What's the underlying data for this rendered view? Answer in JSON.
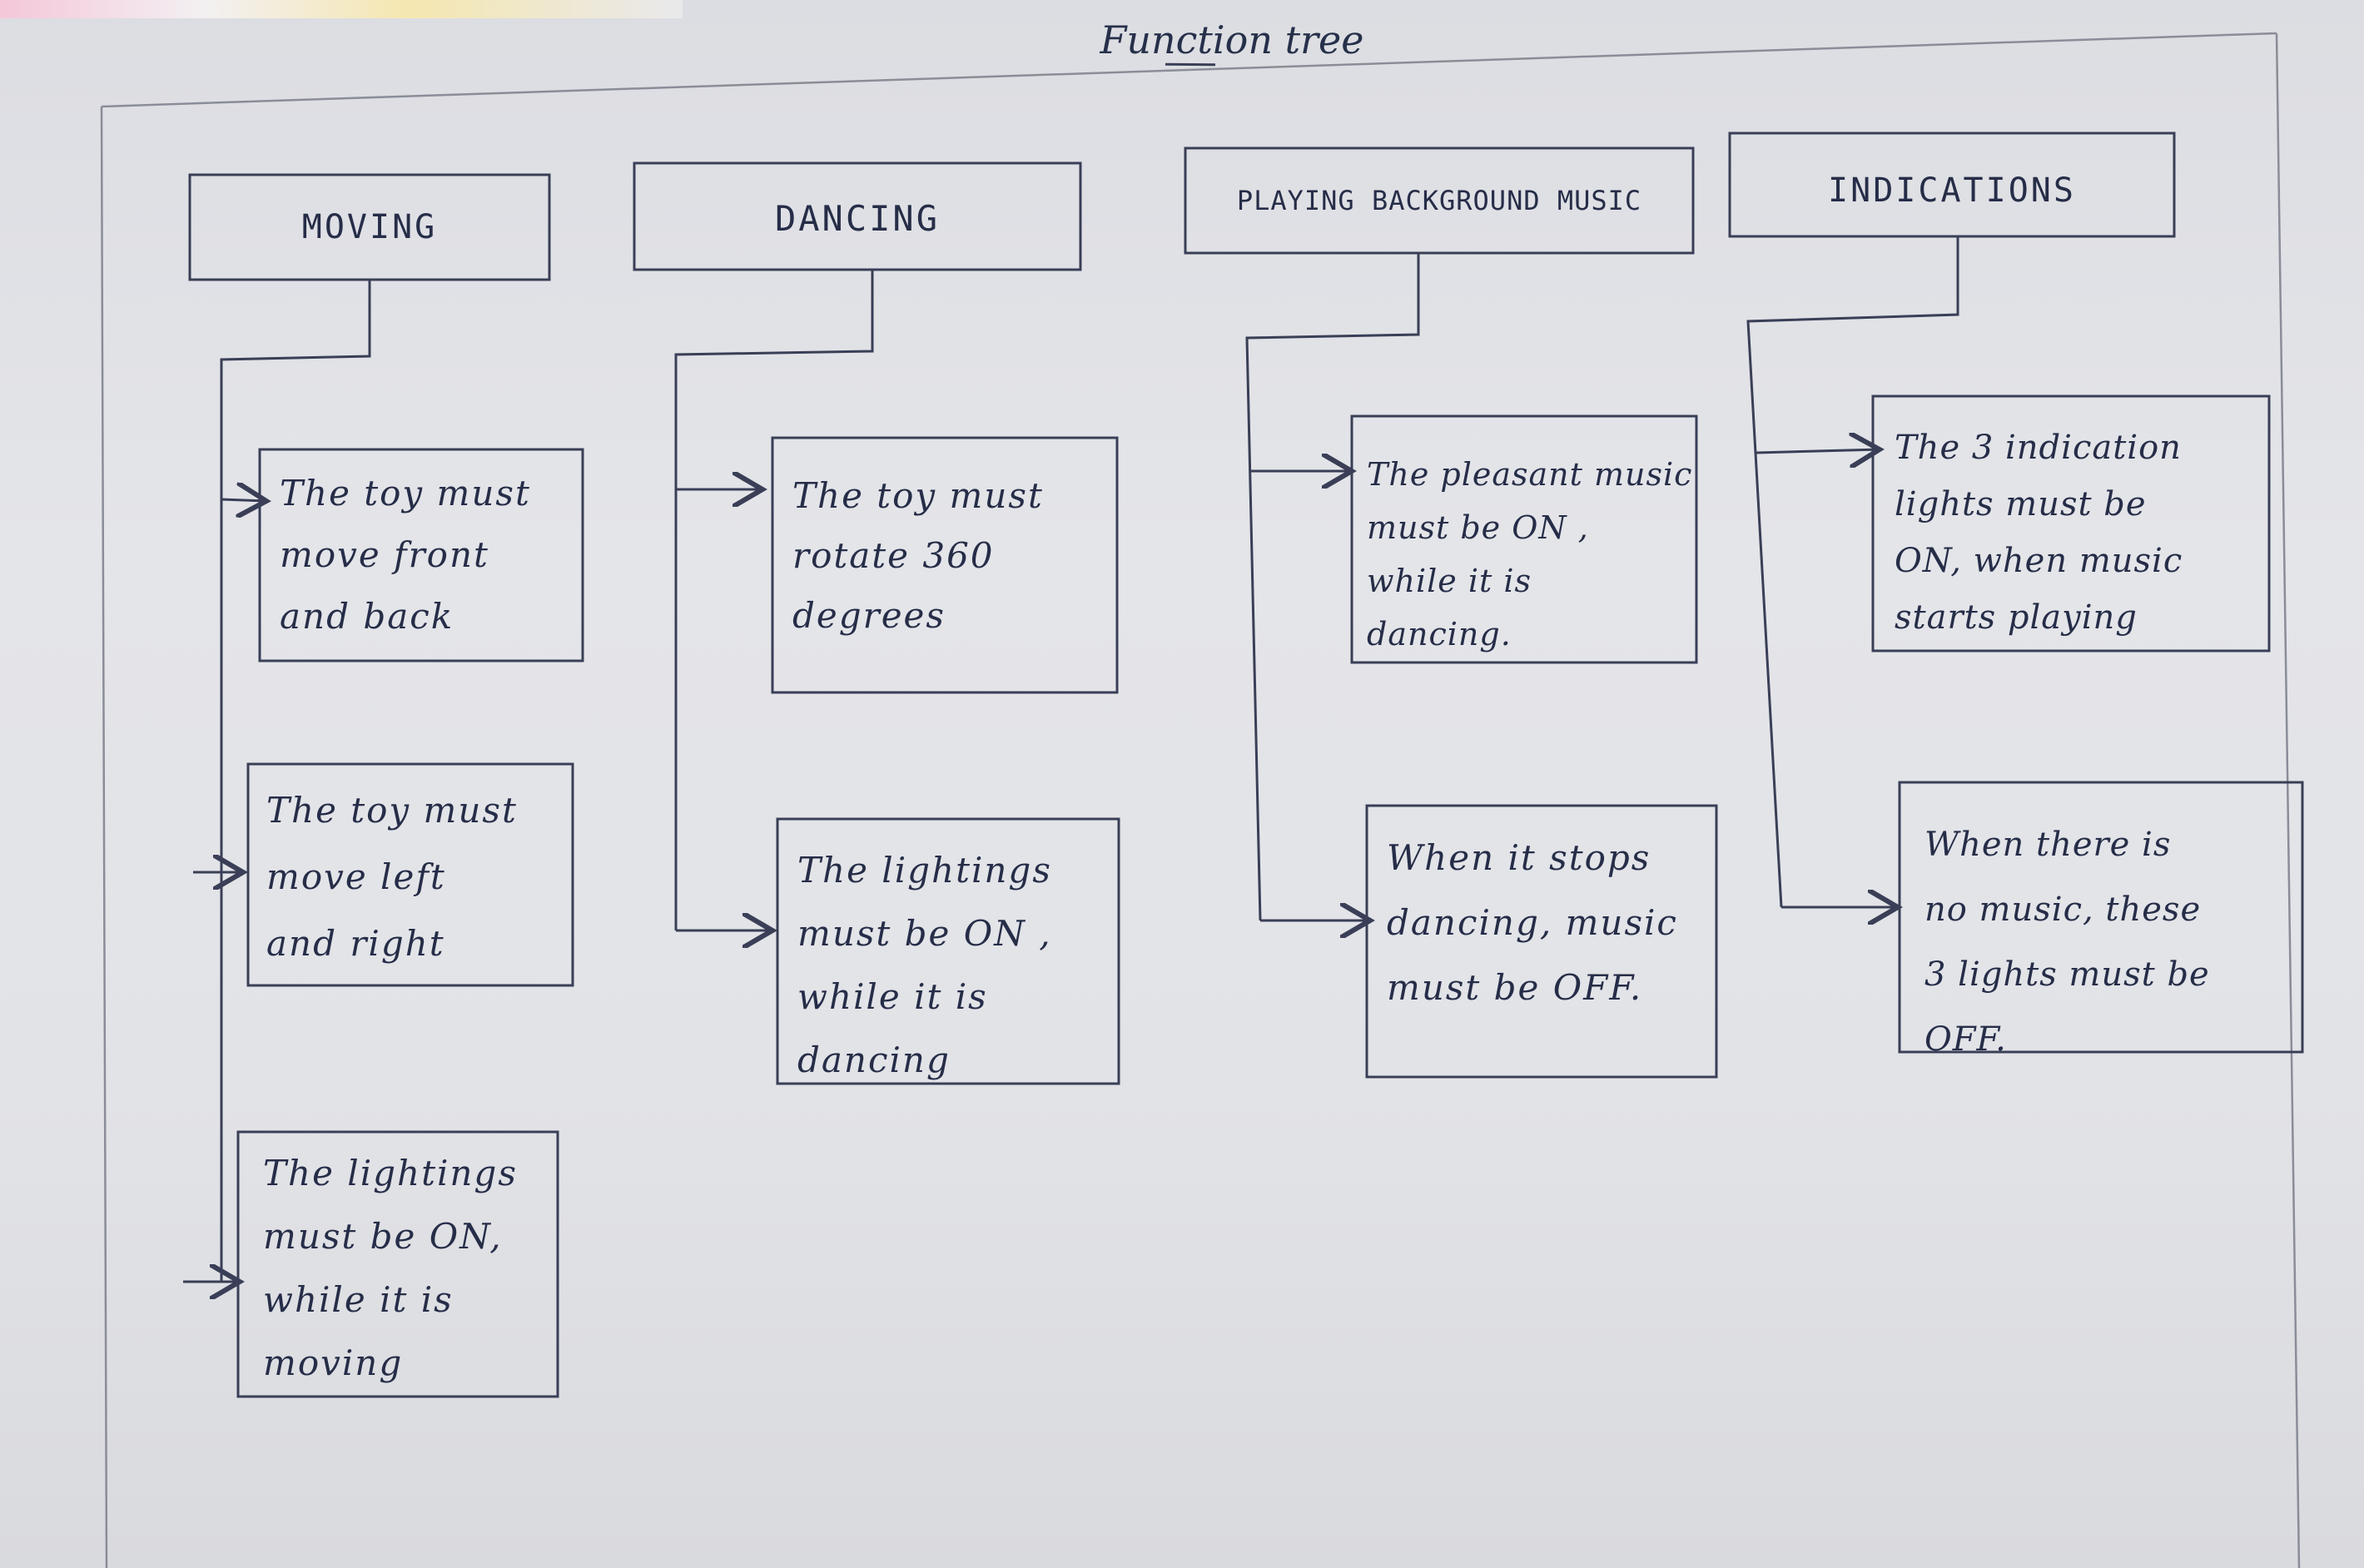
{
  "title": "Function tree",
  "colors": {
    "ink": "#2a3150",
    "paper": "#e3e4e8",
    "pencil": "#5a5e6e"
  },
  "columns": [
    {
      "heading": "MOVING",
      "children": [
        "The toy must\nmove front\nand back",
        "The toy must\nmove left\nand right",
        "The lightings\nmust be ON,\nwhile it is\nmoving"
      ]
    },
    {
      "heading": "DANCING",
      "children": [
        "The toy must\nrotate 360\ndegrees",
        "The lightings\nmust be ON ,\nwhile it is\ndancing"
      ]
    },
    {
      "heading": "PLAYING BACKGROUND MUSIC",
      "children": [
        "The pleasant music\nmust be ON ,\nwhile it is\ndancing.",
        "When it stops\ndancing, music\nmust be OFF."
      ]
    },
    {
      "heading": "INDICATIONS",
      "children": [
        "The 3 indication\nlights must be\nON, when music\nstarts playing",
        "When there is\nno music, these\n3 lights must be\nOFF."
      ]
    }
  ]
}
